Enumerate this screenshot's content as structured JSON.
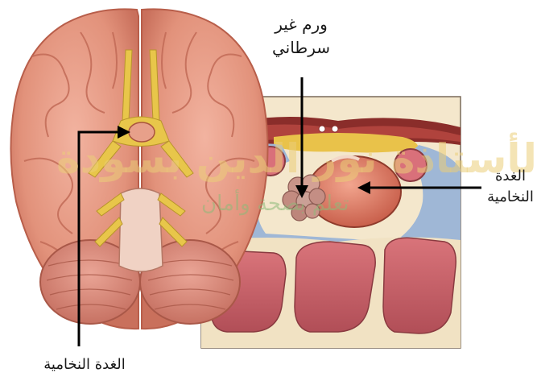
{
  "labels": {
    "tumor_line1": "ورم غير",
    "tumor_line2": "سرطاني",
    "pituitary_right_line1": "الغدة",
    "pituitary_right_line2": "النخامية",
    "pituitary_bottom": "الغدة النخامية"
  },
  "watermark": {
    "main": "الأستاذة نور الدين بسودة",
    "sub": "تعلم بصحة وأمان"
  },
  "colors": {
    "brain": "#e59b85",
    "brain_shadow": "#c9705c",
    "nerves": "#e8c64a",
    "cerebellum": "#d98a7a",
    "bone_blue": "#9fb7d6",
    "bone_cream": "#f3e6c9",
    "sinus": "#c25f66",
    "gland": "#e27e66",
    "tumor": "#c99489",
    "arrow": "#000000"
  }
}
